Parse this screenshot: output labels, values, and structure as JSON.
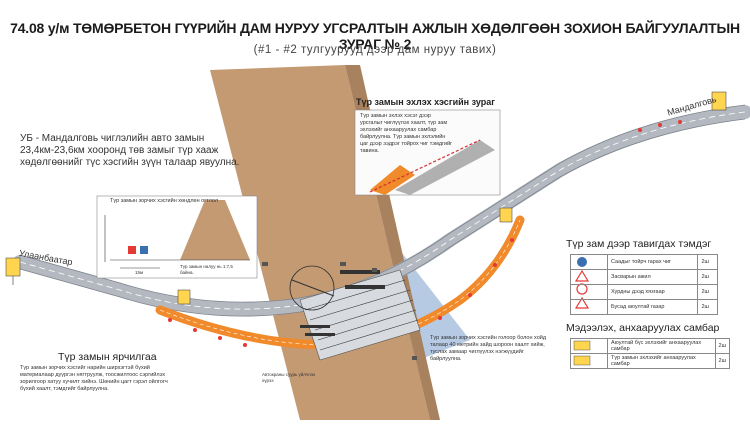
{
  "title": "74.08 у/м ТӨМӨРБЕТОН ГҮҮРИЙН ДАМ НУРУУ УГСРАЛТЫН АЖЛЫН ХӨДӨЛГӨӨН ЗОХИОН БАЙГУУЛАЛТЫН ЗУРАГ № 2",
  "subtitle": "(#1 - #2 тулгуурууд дээр дам нуруу тавих)",
  "left_note": "УБ - Мандалговь чиглэлийн авто замын 23,4км-23,6км хооронд төв замыг түр хааж хөдөлгөөнийг түс хэсгийн зүүн талаар явуулна.",
  "road_labels": {
    "left": "Улаанбаатар",
    "right": "Мандалговь"
  },
  "temp_road_section": {
    "title": "Түр замын эхлэх хэсгийн зураг",
    "note": "Түр замын эхлэх хэсэг дээр урсгалыг чиглүүлэх хаалт, түр зам эхлэхийг анхааруулах самбар байрлуулна. Түр замын эхлэлийн цаг дээр ээдрэг тойрох чиг тэмдгийг тавина."
  },
  "cross_section": {
    "title": "Түр замын зорчих хэсгийн хөндлөн огтлол",
    "dim_label": "15м",
    "note": "Түр замын налуу нь 1:7,5 байна."
  },
  "signs_table": {
    "title": "Түр зам дээр тавигдах тэмдэг",
    "rows": [
      {
        "label": "Саадыг тойрч гарах чиг",
        "qty": "2ш"
      },
      {
        "label": "Засварын ажил",
        "qty": "2ш"
      },
      {
        "label": "Хурдны дээд хязгаар",
        "qty": "2ш"
      },
      {
        "label": "Бусад аюултай газар",
        "qty": "2ш"
      }
    ]
  },
  "warning_table": {
    "title": "Мэдээлэх, анхааруулах самбар",
    "rows": [
      {
        "label": "Аюултай бүс эхлэхийг анхааруулах самбар",
        "qty": "2ш"
      },
      {
        "label": "Түр замын эхлэхийг анхааруулах самбар",
        "qty": "2ш"
      }
    ]
  },
  "bottom_left": {
    "title": "Түр замын ярчилгаа",
    "note": "Түр замын зорчих хэсгийг нарийн ширхэгтэй бүхий материалаар дүүргэн нягтруулж, тоосжилтоос сэргийлэх зорилгоор хатуу хучилт хийнэ. Шөнийн цагт гэрэл ойлгогч бүхий хаалт, тэмдгийг байрлуулна."
  },
  "crane_note": "Түр замын зорчих хэсгийн голоор болон хойд талаар 40 метрийн зайд шороон хаалт хийж, туслах замаар чиглүүлэх нэгжүүдийг байрлуулна.",
  "crane_label": "Автокраны суурь үйлчлэх хүрээ",
  "colors": {
    "road_gray": "#b7bcc4",
    "temp_road": "#f08a2a",
    "soil": "#c0956c",
    "water": "#9fb8d6",
    "ground_dark": "#6b5a4a"
  }
}
